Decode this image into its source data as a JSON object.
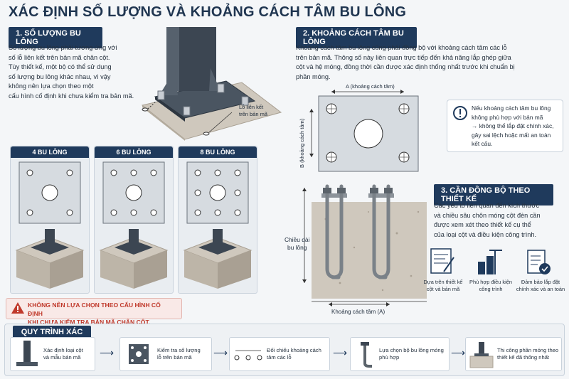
{
  "title": "XÁC ĐỊNH SỐ LƯỢNG VÀ KHOẢNG CÁCH TÂM BU LÔNG",
  "section1": {
    "heading": "1. SỐ LƯỢNG BU LÔNG",
    "lines": [
      "Số lượng bu lông phải tương ứng với",
      "số lỗ liên kết trên bản mã chân cột.",
      "Tùy thiết kế, một bộ có thể sử dụng",
      "số lượng bu lông khác nhau, vì vậy",
      "không nên lựa chọn theo một",
      "cấu hình cố định khi chưa kiểm tra bản mã."
    ],
    "callout_lines": [
      "Lỗ liên kết",
      "trên bản mã"
    ],
    "panels": [
      "4 BU LÔNG",
      "6 BU LÔNG",
      "8 BU LÔNG"
    ],
    "warning_lines": [
      "KHÔNG NÊN LỰA CHỌN THEO CẤU HÌNH CỐ ĐỊNH",
      "KHI CHƯA KIỂM TRA BẢN MÃ CHÂN CỘT."
    ]
  },
  "section2": {
    "heading": "2. KHOẢNG CÁCH TÂM BU LÔNG",
    "lines": [
      "Khoảng cách tâm bu lông cũng phải đồng bộ với khoảng cách tâm các lỗ",
      "trên bản mã. Thông số này liên quan trực tiếp đến khả năng lắp ghép giữa",
      "cột và hệ móng, đồng thời cần được xác định thống nhất trước khi chuẩn bị",
      "phần móng."
    ],
    "dim_a": "A (khoảng cách tâm)",
    "dim_b": "B (khoảng cách tâm)",
    "info_lines": [
      "Nếu khoảng cách tâm bu lông",
      "không phù hợp với bản mã",
      "→ không thể lắp đặt chính xác,",
      "gây sai lệch hoặc mất an toàn",
      "kết cấu."
    ],
    "embed_label_lines": [
      "Chiều dài",
      "bu lông"
    ],
    "bottom_dim": "Khoảng cách tâm (A)"
  },
  "section3": {
    "heading": "3. CẦN ĐỒNG BỘ THEO THIẾT KẾ",
    "lines": [
      "Các yếu tố liên quan đến kích thước",
      "và chiều sâu chôn móng cột đèn cần",
      "được xem xét theo thiết kế cụ thể",
      "của loại cột và điều kiện công trình."
    ],
    "icons": [
      {
        "icon": "blueprint-icon",
        "lines": [
          "Dựa trên thiết kế",
          "cột và bản mã"
        ]
      },
      {
        "icon": "construction-icon",
        "lines": [
          "Phù hợp điều kiện",
          "công trình"
        ]
      },
      {
        "icon": "checklist-icon",
        "lines": [
          "Đảm bảo lắp đặt",
          "chính xác và an toàn"
        ]
      }
    ]
  },
  "process": {
    "heading": "QUY TRÌNH XÁC ĐỊNH",
    "steps": [
      {
        "lines": [
          "Xác định loại cột",
          "và mẫu bản mã"
        ]
      },
      {
        "lines": [
          "Kiểm tra số lượng",
          "lỗ trên bản mã"
        ]
      },
      {
        "lines": [
          "Đối chiếu khoảng cách",
          "tâm các lỗ"
        ]
      },
      {
        "lines": [
          "Lựa chọn bộ bu lông móng",
          "phù hợp"
        ]
      },
      {
        "lines": [
          "Thi công phần móng theo",
          "thiết kế đã thống nhất"
        ]
      }
    ]
  },
  "colors": {
    "navy": "#1f3a5c",
    "warning": "#c0392b",
    "concrete": "#cfc8bd"
  }
}
